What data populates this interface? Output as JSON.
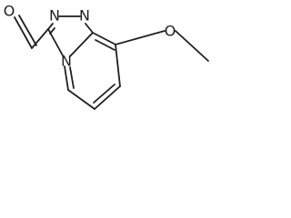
{
  "molecule": {
    "atoms": {
      "aldehyde_oxygen": "O",
      "triazole_n1": "N",
      "triazole_n2": "N",
      "bridgehead_n": "N",
      "methoxy_oxygen": "O"
    }
  },
  "colors": {
    "ink": "#1f1f1f",
    "background": "#ffffff"
  }
}
